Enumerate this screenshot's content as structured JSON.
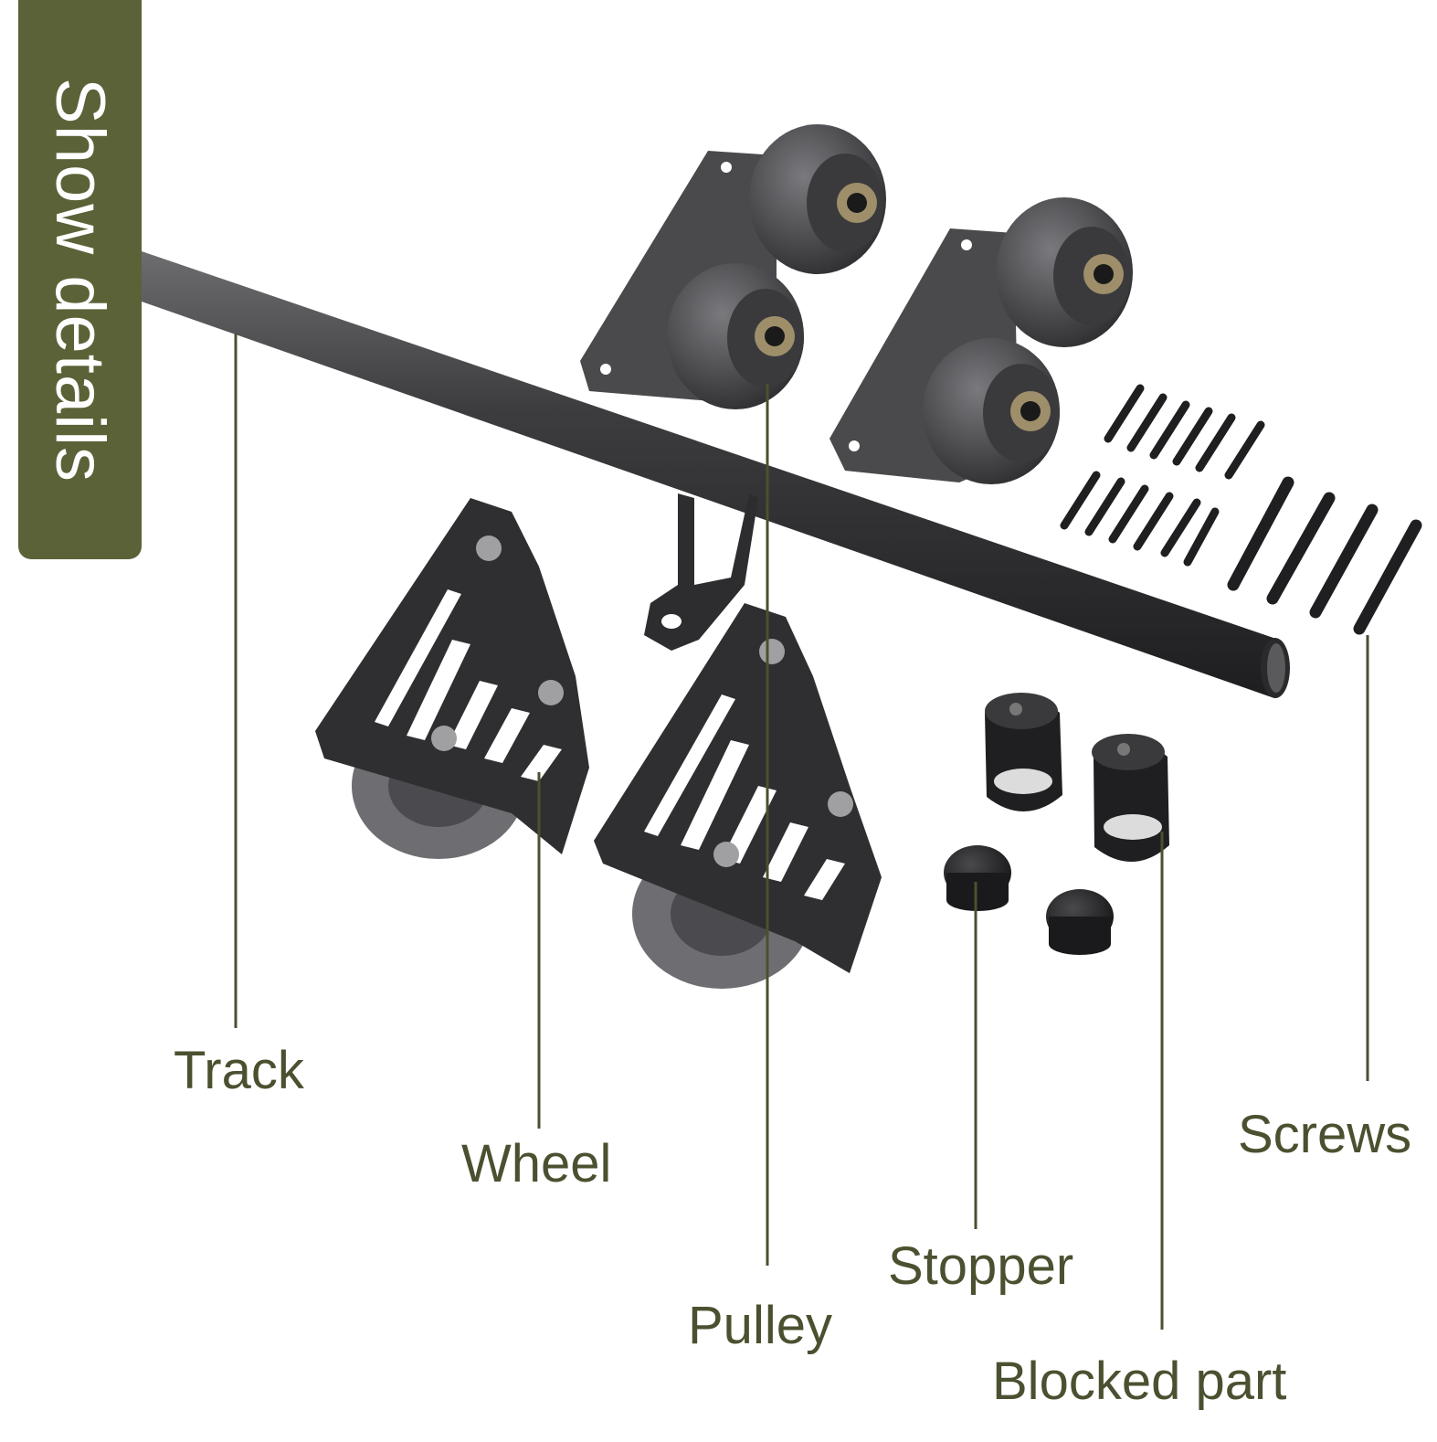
{
  "banner": {
    "text": "Show details"
  },
  "labels": {
    "track": "Track",
    "wheel": "Wheel",
    "pulley": "Pulley",
    "stopper": "Stopper",
    "blocked_part": "Blocked part",
    "screws": "Screws"
  },
  "colors": {
    "accent": "#5b6237",
    "label_text": "#4a5130",
    "hardware": "#3b3b3d",
    "wheel_gray": "#6a6a6d",
    "screw_black": "#1f1f21"
  }
}
